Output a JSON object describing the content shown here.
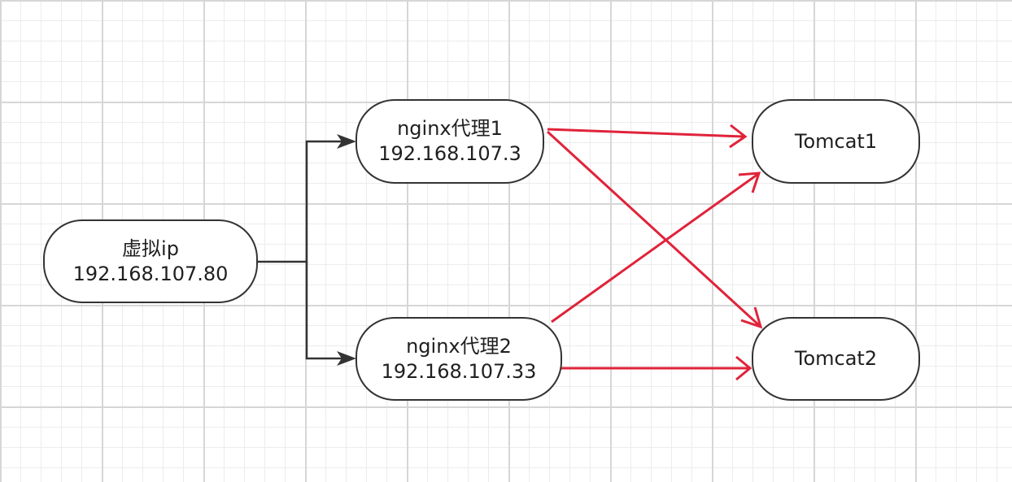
{
  "diagram": {
    "nodes": {
      "vip": {
        "line1": "虚拟ip",
        "line2": "192.168.107.80"
      },
      "nginx1": {
        "line1": "nginx代理1",
        "line2": "192.168.107.3"
      },
      "nginx2": {
        "line1": "nginx代理2",
        "line2": "192.168.107.33"
      },
      "tomcat1": {
        "label": "Tomcat1"
      },
      "tomcat2": {
        "label": "Tomcat2"
      }
    },
    "edges": [
      {
        "from": "vip",
        "to": "nginx1",
        "color": "#333333"
      },
      {
        "from": "vip",
        "to": "nginx2",
        "color": "#333333"
      },
      {
        "from": "nginx1",
        "to": "tomcat1",
        "color": "#e0233a"
      },
      {
        "from": "nginx1",
        "to": "tomcat2",
        "color": "#e0233a"
      },
      {
        "from": "nginx2",
        "to": "tomcat1",
        "color": "#e0233a"
      },
      {
        "from": "nginx2",
        "to": "tomcat2",
        "color": "#e0233a"
      }
    ],
    "colors": {
      "node_border": "#333333",
      "black_connector": "#333333",
      "red_connector": "#e0233a",
      "grid_minor": "#ececec",
      "grid_major": "#d6d6d6"
    }
  }
}
